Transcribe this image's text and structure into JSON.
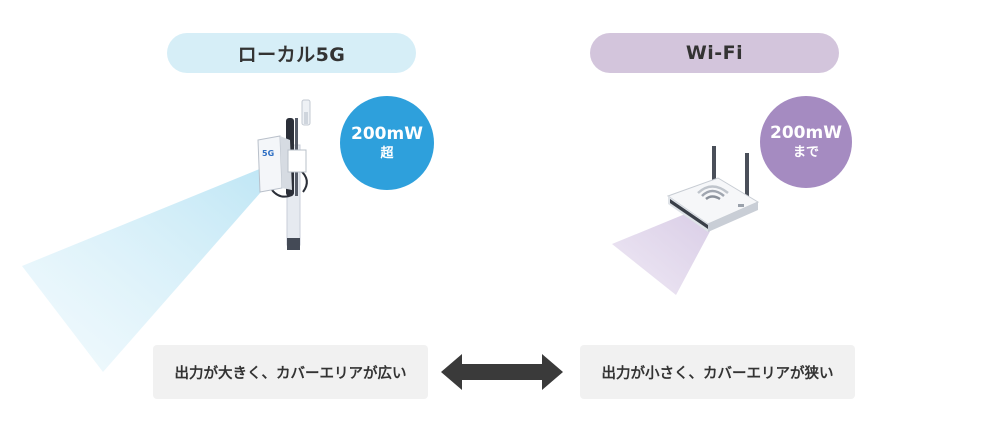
{
  "local5g": {
    "title": "ローカル5G",
    "badge_value": "200mW",
    "badge_unit": "超",
    "antenna_label": "5G",
    "description": "出力が大きく、カバーエリアが広い"
  },
  "wifi": {
    "title": "Wi-Fi",
    "badge_value": "200mW",
    "badge_unit": "まで",
    "description": "出力が小さく、カバーエリアが狭い"
  },
  "colors": {
    "local_accent": "#2ea0dc",
    "local_pill": "#d6eef7",
    "wifi_accent": "#a58bc1",
    "wifi_pill": "#d3c5dc",
    "description_bg": "#f1f1f1",
    "arrow": "#3a3a3a"
  },
  "icons": [
    "5g-antenna-pole-icon",
    "wifi-router-icon",
    "double-arrow-icon"
  ]
}
